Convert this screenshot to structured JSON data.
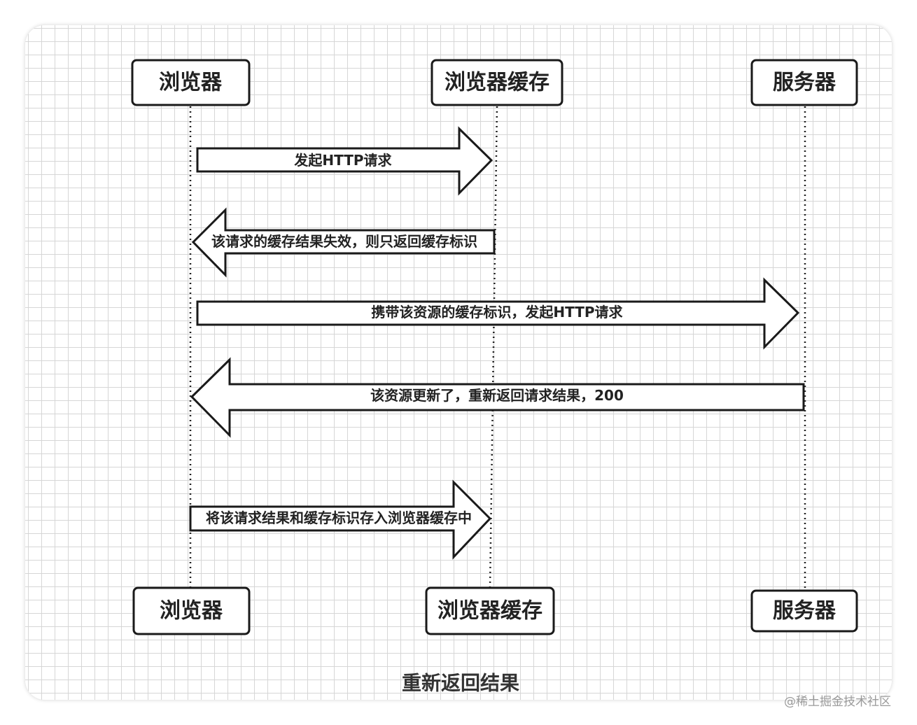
{
  "actors_top": [
    {
      "id": "browser",
      "label": "浏览器"
    },
    {
      "id": "cache",
      "label": "浏览器缓存"
    },
    {
      "id": "server",
      "label": "服务器"
    }
  ],
  "actors_bottom": [
    {
      "id": "browser",
      "label": "浏览器"
    },
    {
      "id": "cache",
      "label": "浏览器缓存"
    },
    {
      "id": "server",
      "label": "服务器"
    }
  ],
  "messages": [
    {
      "from": "browser",
      "to": "cache",
      "label": "发起HTTP请求"
    },
    {
      "from": "cache",
      "to": "browser",
      "label": "该请求的缓存结果失效，则只返回缓存标识"
    },
    {
      "from": "browser",
      "to": "server",
      "label": "携带该资源的缓存标识，发起HTTP请求"
    },
    {
      "from": "server",
      "to": "browser",
      "label": "该资源更新了，重新返回请求结果，200"
    },
    {
      "from": "browser",
      "to": "cache",
      "label": "将该请求结果和缓存标识存入浏览器缓存中"
    }
  ],
  "caption": "重新返回结果",
  "watermark": "@稀土掘金技术社区",
  "colors": {
    "stroke": "#1a1a1a",
    "grid": "#d6d6d6",
    "background": "#ffffff"
  }
}
